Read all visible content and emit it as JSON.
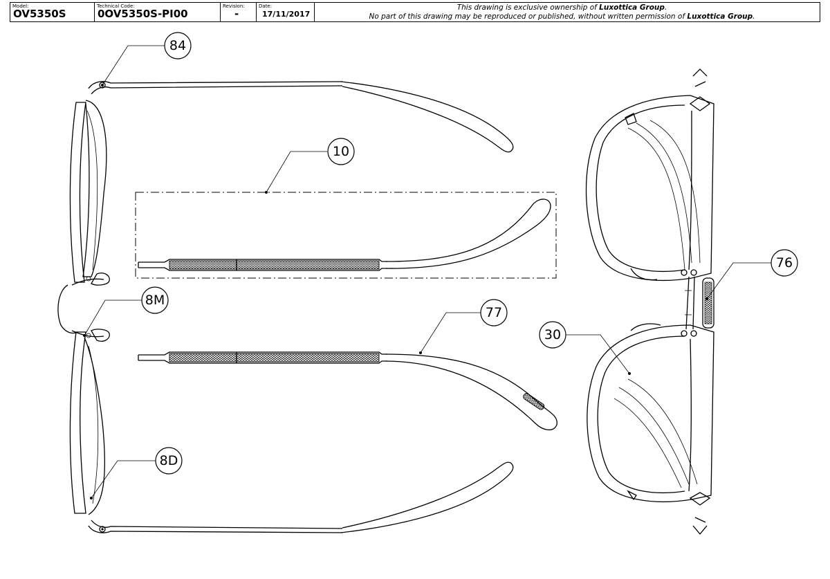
{
  "title_block": {
    "model_caption": "Model:",
    "model_value": "OV5350S",
    "code_caption": "Technical Code:",
    "code_value": "0OV5350S-PI00",
    "revision_caption": "Revision:",
    "revision_value": "-",
    "date_caption": "Date:",
    "date_value": "17/11/2017",
    "notice_line1_prefix": "This drawing is exclusive ownership of",
    "notice_line1_owner": "Luxottica Group",
    "notice_line1_suffix": ".",
    "notice_line2_prefix": "No part of this drawing may be reproduced or published, without written permission of",
    "notice_line2_owner": "Luxottica Group",
    "notice_line2_suffix": "."
  },
  "callouts": {
    "c84": "84",
    "c10": "10",
    "c8M": "8M",
    "c77": "77",
    "c8D": "8D",
    "c76": "76",
    "c30": "30"
  }
}
